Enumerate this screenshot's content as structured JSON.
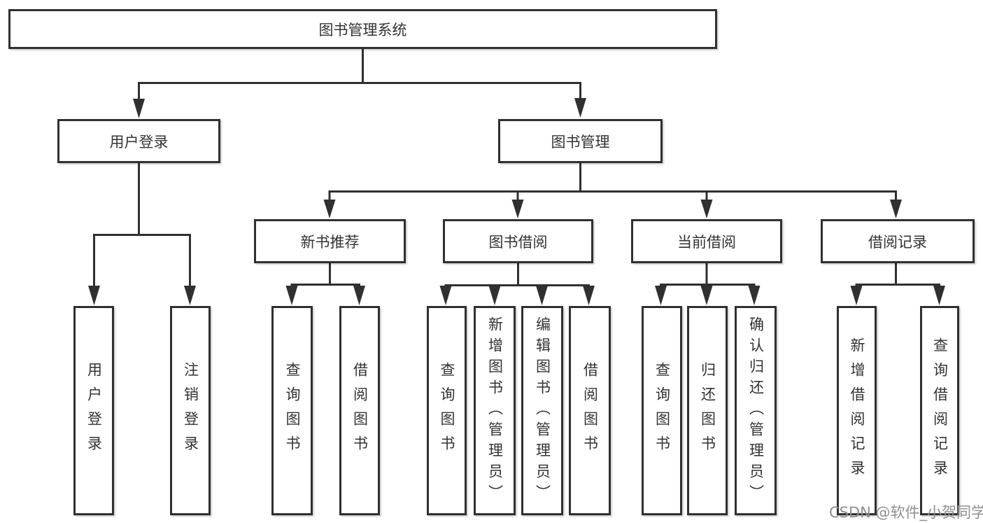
{
  "tree": {
    "label": "图书管理系统",
    "children": [
      {
        "label": "用户登录",
        "children": [
          {
            "label": "用户登录"
          },
          {
            "label": "注销登录"
          }
        ]
      },
      {
        "label": "图书管理",
        "children": [
          {
            "label": "新书推荐",
            "children": [
              {
                "label": "查询图书"
              },
              {
                "label": "借阅图书"
              }
            ]
          },
          {
            "label": "图书借阅",
            "children": [
              {
                "label": "查询图书"
              },
              {
                "label": "新增图书（管理员）"
              },
              {
                "label": "编辑图书（管理员）"
              },
              {
                "label": "借阅图书"
              }
            ]
          },
          {
            "label": "当前借阅",
            "children": [
              {
                "label": "查询图书"
              },
              {
                "label": "归还图书"
              },
              {
                "label": "确认归还（管理员）"
              }
            ]
          },
          {
            "label": "借阅记录",
            "children": [
              {
                "label": "新增借阅记录"
              },
              {
                "label": "查询借阅记录"
              }
            ]
          }
        ]
      }
    ]
  },
  "watermark": {
    "text": "CSDN @软件_小贺同学"
  },
  "colors": {
    "line": "#303030",
    "text": "#333333",
    "box_background": "#ffffff",
    "watermark": "#8f8f8f"
  }
}
